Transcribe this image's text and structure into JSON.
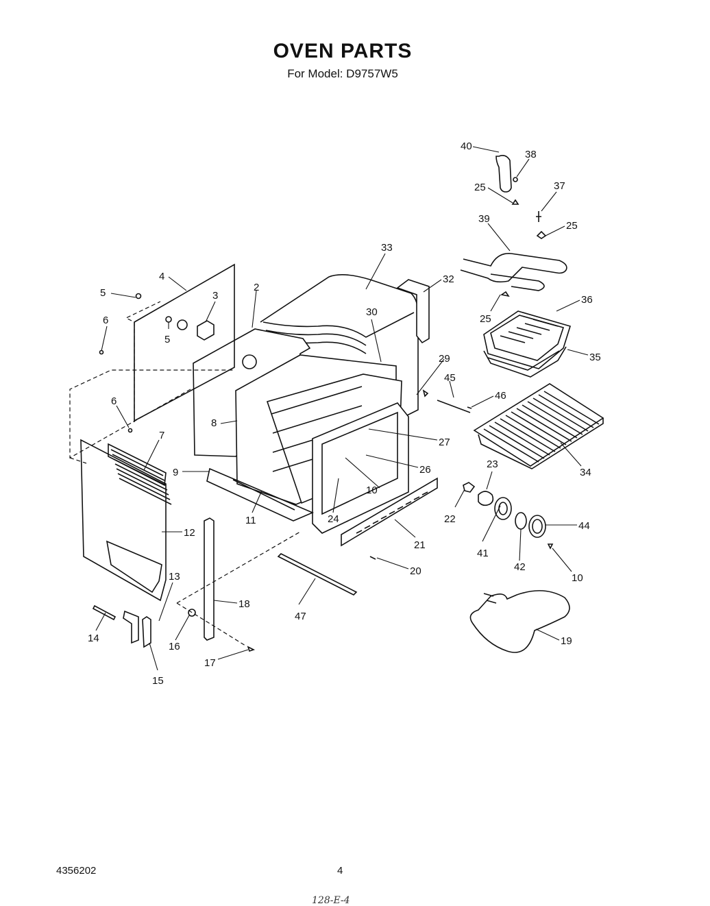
{
  "header": {
    "title": "OVEN PARTS",
    "subtitle": "For Model: D9757W5"
  },
  "footer": {
    "doc_number": "4356202",
    "page_number": "4",
    "handwritten_note": "128-E-4"
  },
  "callouts": [
    {
      "id": "c40",
      "label": "40"
    },
    {
      "id": "c38",
      "label": "38"
    },
    {
      "id": "c25a",
      "label": "25"
    },
    {
      "id": "c37",
      "label": "37"
    },
    {
      "id": "c39",
      "label": "39"
    },
    {
      "id": "c25b",
      "label": "25"
    },
    {
      "id": "c33",
      "label": "33"
    },
    {
      "id": "c32",
      "label": "32"
    },
    {
      "id": "c4",
      "label": "4"
    },
    {
      "id": "c2",
      "label": "2"
    },
    {
      "id": "c3",
      "label": "3"
    },
    {
      "id": "c5a",
      "label": "5"
    },
    {
      "id": "c30",
      "label": "30"
    },
    {
      "id": "c25c",
      "label": "25"
    },
    {
      "id": "c36",
      "label": "36"
    },
    {
      "id": "c6a",
      "label": "6"
    },
    {
      "id": "c5b",
      "label": "5"
    },
    {
      "id": "c29",
      "label": "29"
    },
    {
      "id": "c35",
      "label": "35"
    },
    {
      "id": "c45",
      "label": "45"
    },
    {
      "id": "c46",
      "label": "46"
    },
    {
      "id": "c6b",
      "label": "6"
    },
    {
      "id": "c8",
      "label": "8"
    },
    {
      "id": "c27",
      "label": "27"
    },
    {
      "id": "c7",
      "label": "7"
    },
    {
      "id": "c26",
      "label": "26"
    },
    {
      "id": "c23",
      "label": "23"
    },
    {
      "id": "c34",
      "label": "34"
    },
    {
      "id": "c9",
      "label": "9"
    },
    {
      "id": "c10a",
      "label": "10"
    },
    {
      "id": "c24",
      "label": "24"
    },
    {
      "id": "c22",
      "label": "22"
    },
    {
      "id": "c44",
      "label": "44"
    },
    {
      "id": "c12",
      "label": "12"
    },
    {
      "id": "c11",
      "label": "11"
    },
    {
      "id": "c21",
      "label": "21"
    },
    {
      "id": "c41",
      "label": "41"
    },
    {
      "id": "c42",
      "label": "42"
    },
    {
      "id": "c20",
      "label": "20"
    },
    {
      "id": "c10b",
      "label": "10"
    },
    {
      "id": "c13",
      "label": "13"
    },
    {
      "id": "c18",
      "label": "18"
    },
    {
      "id": "c47",
      "label": "47"
    },
    {
      "id": "c14",
      "label": "14"
    },
    {
      "id": "c16",
      "label": "16"
    },
    {
      "id": "c19",
      "label": "19"
    },
    {
      "id": "c17",
      "label": "17"
    },
    {
      "id": "c15",
      "label": "15"
    }
  ]
}
